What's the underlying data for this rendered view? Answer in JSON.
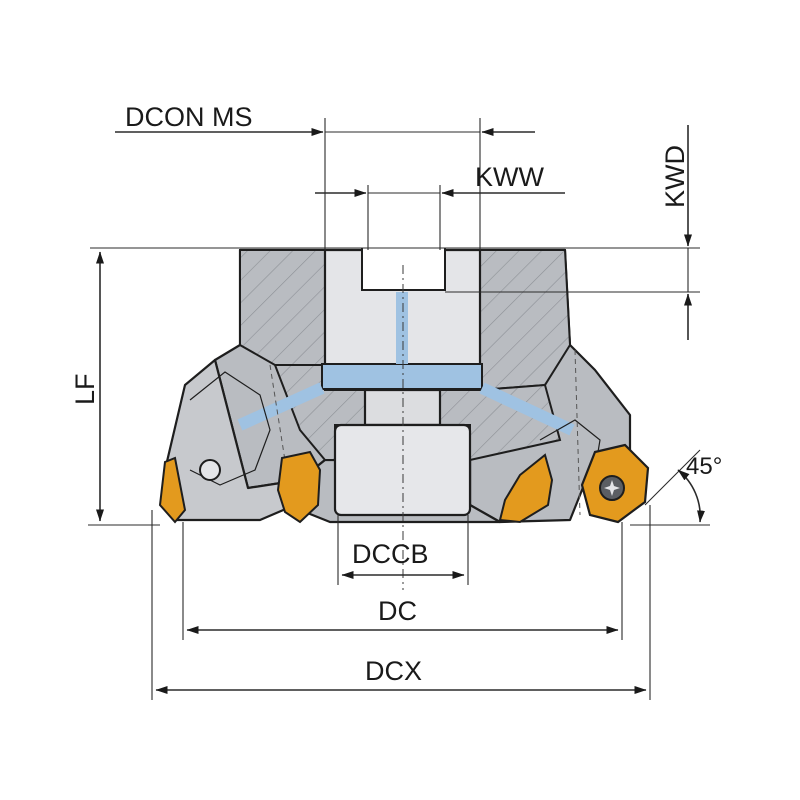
{
  "dimensions": {
    "dcon_ms": "DCON MS",
    "kww": "KWW",
    "kwd": "KWD",
    "lf": "LF",
    "dccb": "DCCB",
    "dc": "DC",
    "dcx": "DCX",
    "angle": "45°"
  },
  "colors": {
    "body_gray": "#b9bcc1",
    "bore_gray": "#e4e5e8",
    "coolant_blue": "#9fc2e2",
    "insert_orange": "#e39a1e",
    "line": "#1e1e1e"
  }
}
